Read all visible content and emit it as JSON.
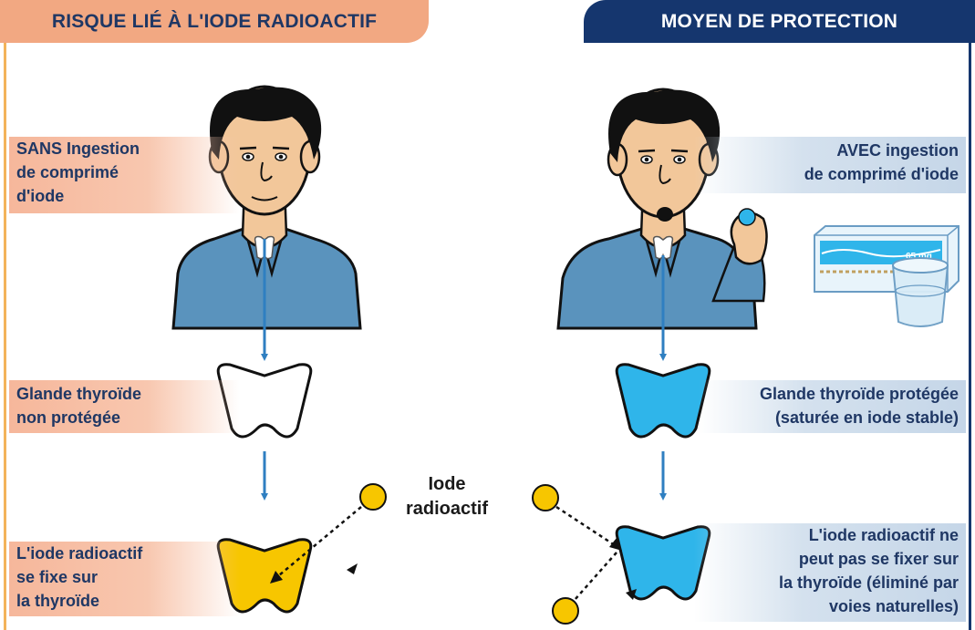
{
  "headers": {
    "left": "RISQUE LIÉ À L'IODE RADIOACTIF",
    "right": "MOYEN DE PROTECTION"
  },
  "left": {
    "label1": [
      "SANS Ingestion",
      "de comprimé",
      "d'iode"
    ],
    "label2": [
      "Glande thyroïde",
      "non protégée"
    ],
    "label3": [
      "L'iode radioactif",
      "se fixe sur",
      "la thyroïde"
    ]
  },
  "right": {
    "label1": [
      "AVEC ingestion",
      "de comprimé d'iode"
    ],
    "label2": [
      "Glande thyroïde protégée",
      "(saturée en iode stable)"
    ],
    "label3": [
      "L'iode radioactif ne",
      "peut pas se fixer sur",
      "la thyroïde (éliminé par",
      "voies naturelles)"
    ],
    "tablet_box_text": "65 mg"
  },
  "center_label": [
    "Iode",
    "radioactif"
  ],
  "colors": {
    "header_left_bg": "#f2a882",
    "header_right_bg": "#15366e",
    "label_text": "#1f3764",
    "arrow_blue": "#2f7fc1",
    "thyroid_protected": "#2fb5ea",
    "thyroid_fixed": "#f7c600",
    "iodine_ball": "#f7c600",
    "shirt": "#5a93bd",
    "skin": "#f2c79a",
    "hair": "#111111"
  }
}
